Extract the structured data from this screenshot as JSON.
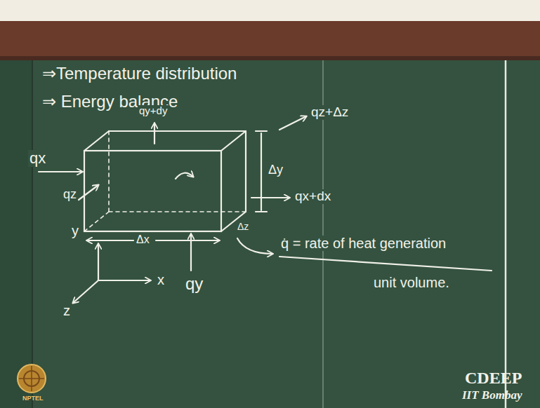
{
  "diagram": {
    "labels": [
      "⇒Temperature distribution",
      "⇒ Energy balance",
      "qz+Δz",
      "qy+dy",
      "Δy",
      "qx",
      "qx+dx",
      "y",
      "qz",
      "Δx",
      "Δz",
      "x",
      "z",
      "qy",
      "q̇ = rate of heat generation",
      "unit volume.",
      "CDEEP",
      "IIT Bombay",
      "NPTEL"
    ]
  }
}
